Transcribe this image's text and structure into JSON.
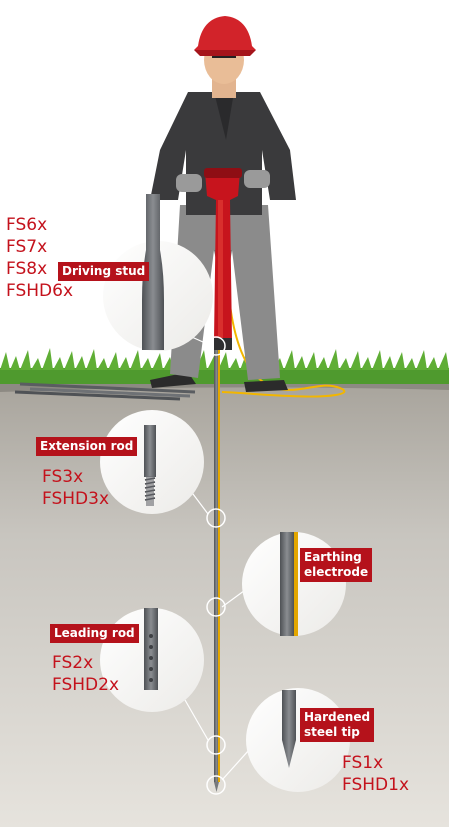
{
  "colors": {
    "sky": "#ffffff",
    "grass": "#4f9a2e",
    "soil_top": "#a7a39b",
    "soil_bottom": "#e6e3dd",
    "brand_red": "#c4121c",
    "label_bg": "#b5121b",
    "rod_grey": "#6c6f73",
    "cable_yellow": "#f2b600"
  },
  "labels": {
    "driving_stud": "Driving stud",
    "extension_rod": "Extension rod",
    "earthing_electrode": [
      "Earthing",
      "electrode"
    ],
    "leading_rod": "Leading rod",
    "hardened_steel_tip": [
      "Hardened",
      "steel tip"
    ]
  },
  "codes": {
    "driving_stud": [
      "FS6x",
      "FS7x",
      "FS8x",
      "FSHD6x"
    ],
    "extension_rod": [
      "FS3x",
      "FSHD3x"
    ],
    "leading_rod": [
      "FS2x",
      "FSHD2x"
    ],
    "hardened_steel_tip": [
      "FS1x",
      "FSHD1x"
    ]
  }
}
